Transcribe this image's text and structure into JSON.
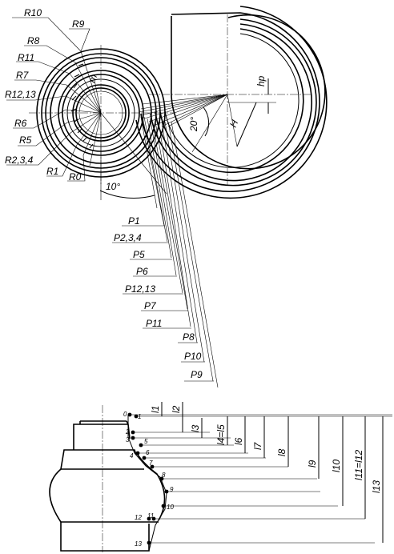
{
  "radius_labels": [
    "R10",
    "R9",
    "R8",
    "R11",
    "R7",
    "R12,13",
    "R6",
    "R5",
    "R2,3,4",
    "R1",
    "R0"
  ],
  "axis_labels": {
    "m": "m",
    "hp": "hp",
    "H": "H",
    "angle_20": "20°",
    "angle_10": "10°"
  },
  "p_labels": [
    "P1",
    "P2,3,4",
    "P5",
    "P6",
    "P12,13",
    "P7",
    "P11",
    "P8",
    "P10",
    "P9"
  ],
  "l_labels": [
    "l1",
    "l2",
    "l3",
    "l4=l5",
    "l6",
    "l7",
    "l8",
    "l9",
    "l10",
    "l11=l12",
    "l13"
  ],
  "point_numbers": [
    "0",
    "1",
    "2",
    "3",
    "4",
    "5",
    "6",
    "7",
    "8",
    "9",
    "10",
    "11",
    "12",
    "13"
  ]
}
